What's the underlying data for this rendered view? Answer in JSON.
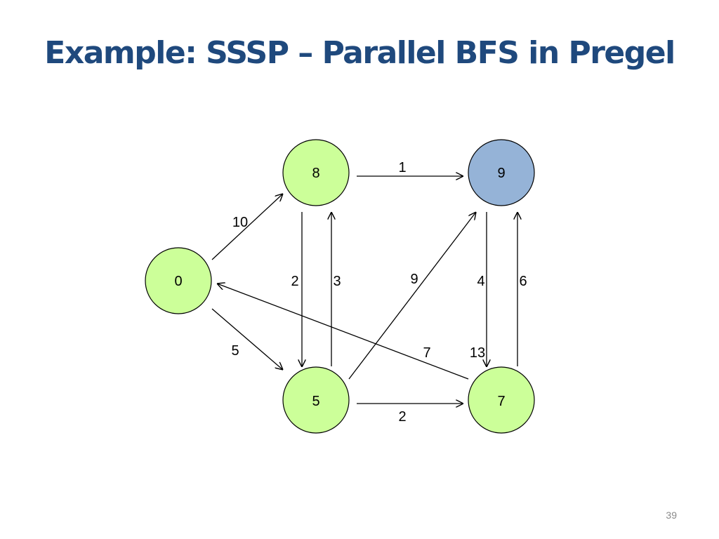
{
  "slide": {
    "title": "Example: SSSP – Parallel BFS in Pregel",
    "page_number": "39"
  },
  "colors": {
    "title": "#1f497d",
    "node_default": "#ccff99",
    "node_active": "#95b3d7",
    "highlight_label": "#ff0000",
    "edge": "#000000"
  },
  "graph": {
    "nodes": [
      {
        "id": "A",
        "label": "0",
        "state": "default"
      },
      {
        "id": "B",
        "label": "8",
        "state": "default"
      },
      {
        "id": "C",
        "label": "9",
        "state": "active"
      },
      {
        "id": "D",
        "label": "5",
        "state": "default"
      },
      {
        "id": "E",
        "label": "7",
        "state": "default"
      }
    ],
    "edges": [
      {
        "from": "A",
        "to": "B",
        "weight": "10"
      },
      {
        "from": "A",
        "to": "D",
        "weight": "5"
      },
      {
        "from": "B",
        "to": "C",
        "weight": "1"
      },
      {
        "from": "B",
        "to": "D",
        "weight": "2"
      },
      {
        "from": "D",
        "to": "B",
        "weight": "3"
      },
      {
        "from": "D",
        "to": "C",
        "weight": "9"
      },
      {
        "from": "C",
        "to": "E",
        "weight": "4"
      },
      {
        "from": "E",
        "to": "C",
        "weight": "6"
      },
      {
        "from": "E",
        "to": "A",
        "weight": "7"
      },
      {
        "from": "D",
        "to": "E",
        "weight": "2"
      }
    ],
    "annotations": [
      {
        "text": "13",
        "color": "#ff0000",
        "near": "E"
      }
    ]
  }
}
